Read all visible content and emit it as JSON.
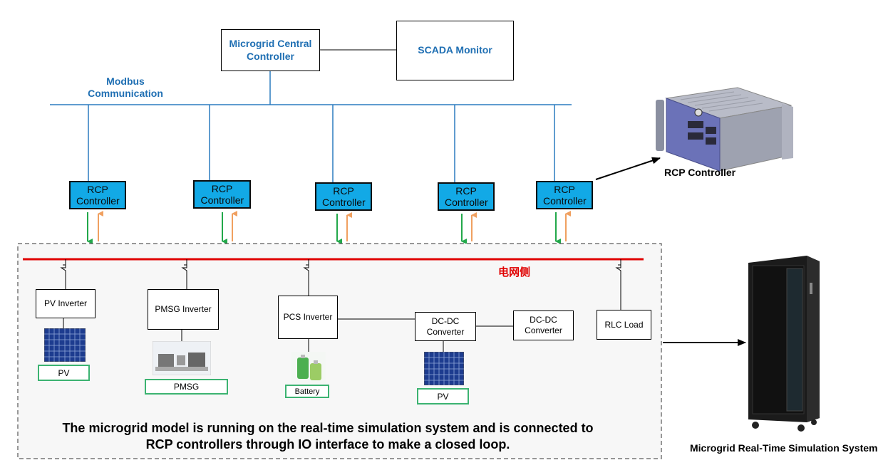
{
  "central_controller": "Microgrid Central Controller",
  "scada": "SCADA Monitor",
  "modbus": "Modbus Communication",
  "rcp_label": "RCP Controller",
  "rcp_hardware_label": "RCP Controller",
  "grid_side_label": "电网侧",
  "devices": {
    "pv_inverter": "PV Inverter",
    "pmsg_inverter": "PMSG Inverter",
    "pcs_inverter": "PCS Inverter",
    "dcdc_1": "DC-DC Converter",
    "dcdc_2": "DC-DC Converter",
    "rlc_load": "RLC Load"
  },
  "sources": {
    "pv_1": "PV",
    "pmsg": "PMSG",
    "battery": "Battery",
    "pv_2": "PV"
  },
  "caption_line1": "The microgrid model is running on the real-time simulation system and is connected to",
  "caption_line2": "RCP controllers through IO interface to make a closed loop.",
  "simulation_system_label": "Microgrid Real-Time Simulation System",
  "colors": {
    "bus_blue": "#2b7bbf",
    "rcp_fill": "#12a9e6",
    "grid_red": "#e00000",
    "arrow_green": "#22a84a",
    "arrow_orange": "#f0a060",
    "label_green": "#3cb371",
    "title_blue": "#1f6fb3"
  }
}
